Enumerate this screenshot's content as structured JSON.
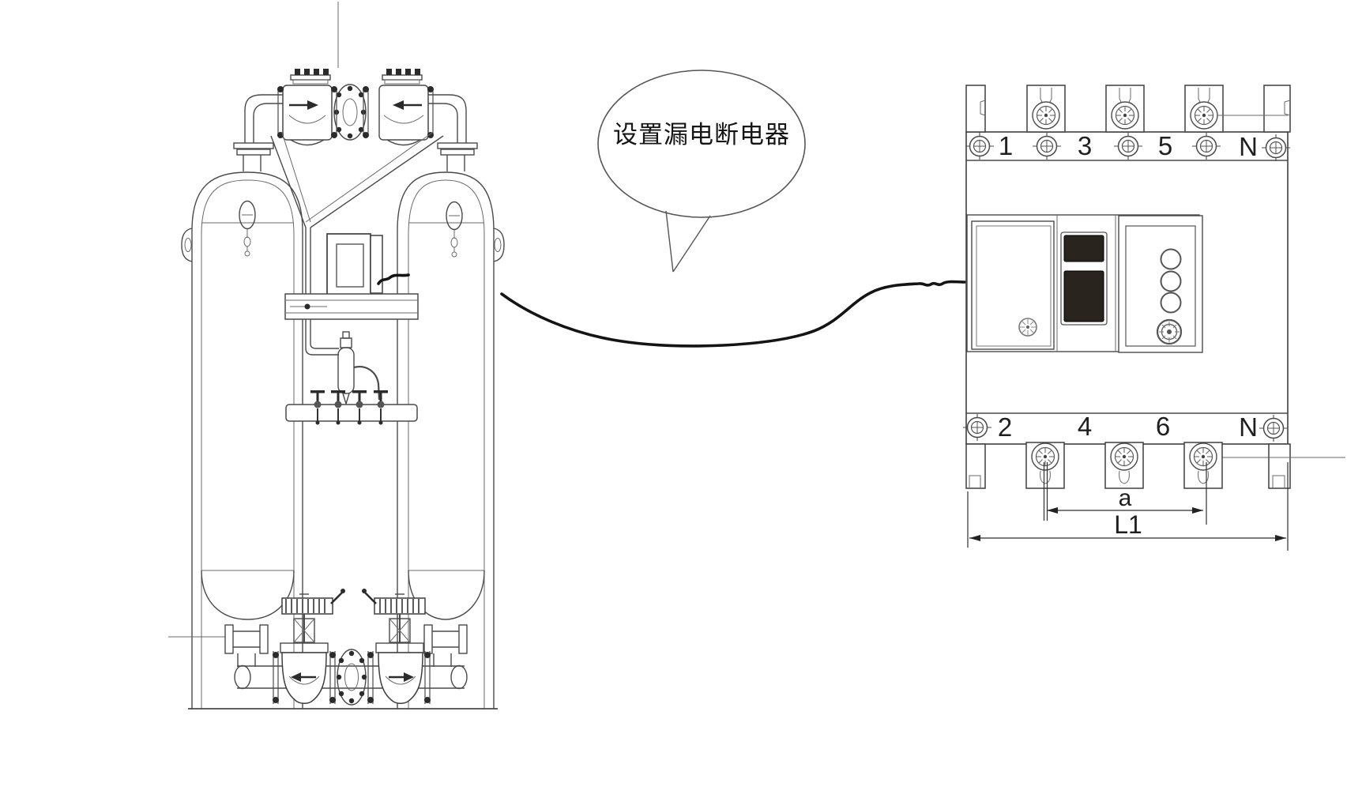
{
  "callout": {
    "text": "设置漏电断电器"
  },
  "breaker": {
    "top_terminals": [
      "1",
      "3",
      "5",
      "N"
    ],
    "bottom_terminals": [
      "2",
      "4",
      "6",
      "N"
    ],
    "dimensions": {
      "pole_spacing": "a",
      "overall_width": "L1"
    }
  },
  "equipment": {
    "description_icons": [
      "twin-tower-dryer",
      "circuit-breaker"
    ]
  },
  "colors": {
    "line_art": "#4a4a4a",
    "wire": "#141414",
    "toggle_handle": "#2a241e",
    "background": "#ffffff"
  }
}
